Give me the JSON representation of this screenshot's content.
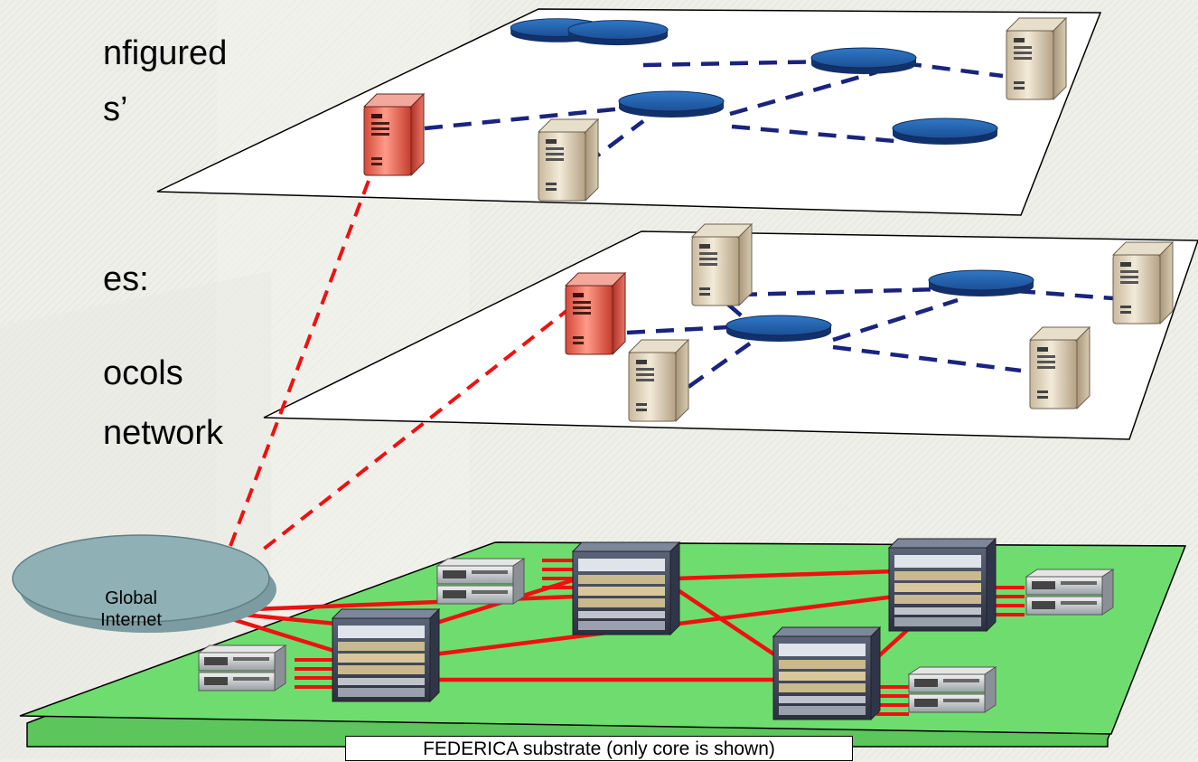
{
  "text_fragments": {
    "line1": "nfigured",
    "line2": "s’",
    "line3_blue": "es",
    "line3_colon": ":",
    "line4": "ocols",
    "line5": "network"
  },
  "internet": {
    "line1": "Global",
    "line2": "Internet"
  },
  "caption": "FEDERICA substrate (only core is shown)",
  "colors": {
    "background": "#efefe9",
    "substrate": "#6fdc6f",
    "virtual_link": "#1a237e",
    "internet_link": "#ee1111",
    "core_link": "#ee1111",
    "router_node": "#2d6fb8",
    "internet_cloud": "#8fb0b5",
    "blue_text": "#1a1aff"
  },
  "icons": [
    "server-icon",
    "highlighted-server-icon",
    "virtual-router-icon",
    "core-router-icon",
    "edge-switch-icon",
    "cloud-icon"
  ]
}
